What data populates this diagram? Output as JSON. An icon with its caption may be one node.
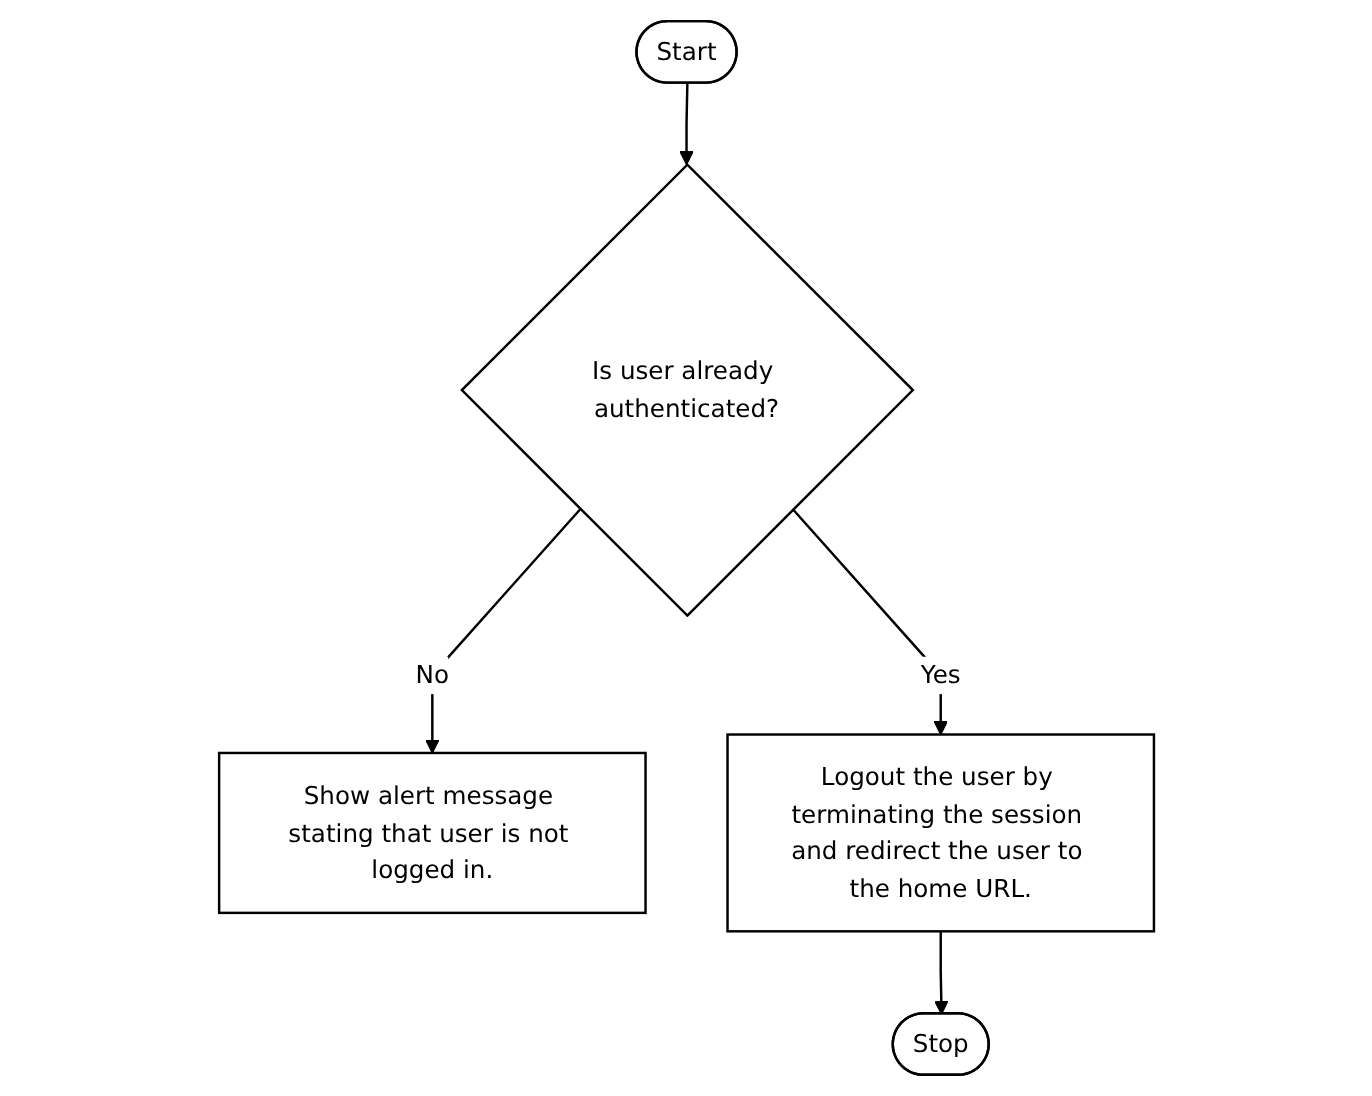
{
  "diagram": {
    "nodes": [
      {
        "text": [
          "Start"
        ]
      },
      {
        "text": [
          "Is user already authenticated?"
        ]
      },
      {
        "text": [
          "Show alert message stating that user is not logged in."
        ]
      },
      {
        "text": [
          "Logout the user by terminating the session and redirect the user to the home URL."
        ]
      },
      {
        "text": [
          "Stop"
        ]
      }
    ],
    "edges": [
      {
        "from": 0,
        "to": 1,
        "arrow": "to"
      },
      {
        "from": 1,
        "to": 2,
        "arrow": "to",
        "label": "No"
      },
      {
        "from": 1,
        "to": 3,
        "arrow": "to",
        "label": "Yes"
      },
      {
        "from": 3,
        "to": 4,
        "arrow": "to"
      }
    ]
  }
}
